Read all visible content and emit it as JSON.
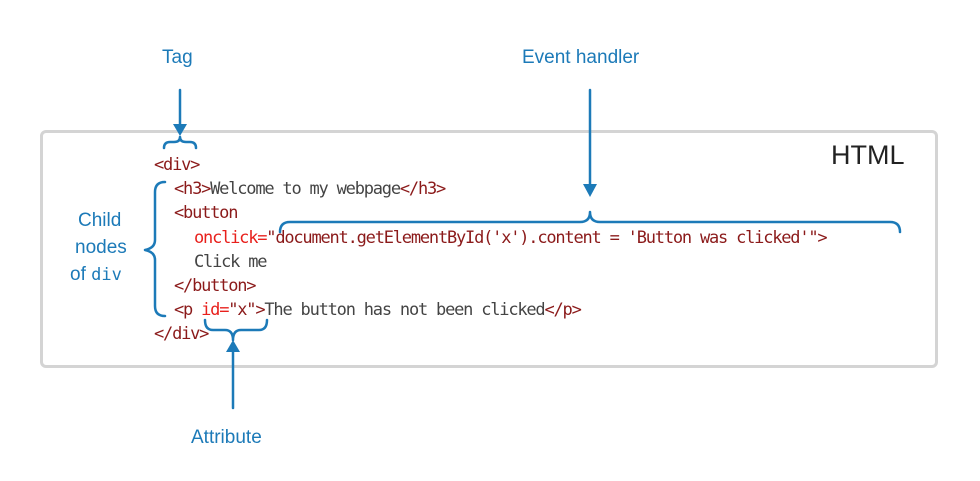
{
  "panel": {
    "title": "HTML"
  },
  "code": {
    "line1": {
      "open": "<div>"
    },
    "line2": {
      "open": "<h3>",
      "text": "Welcome to my webpage",
      "close": "</h3>"
    },
    "line3": {
      "open": "<button"
    },
    "line4": {
      "attr": "onclick=",
      "value": "\"document.getElementById('x').content = 'Button was clicked'\"",
      "close": ">"
    },
    "line5": {
      "text": "Click me"
    },
    "line6": {
      "close": "</button>"
    },
    "line7": {
      "open": "<p",
      "attr": "id=",
      "value": "\"x\"",
      "close": ">",
      "text": "The button has not been clicked",
      "end": "</p>"
    },
    "line8": {
      "close": "</div>"
    }
  },
  "labels": {
    "tag": "Tag",
    "event_handler": "Event handler",
    "child_line1": "Child",
    "child_line2": "nodes",
    "child_line3_prefix": "of ",
    "child_line3_code": "div",
    "attribute": "Attribute"
  },
  "colors": {
    "annotation": "#1c7ab8",
    "tag": "#8b1a1a",
    "attribute": "#e8201c",
    "text": "#444444",
    "border": "#d4d4d4"
  }
}
